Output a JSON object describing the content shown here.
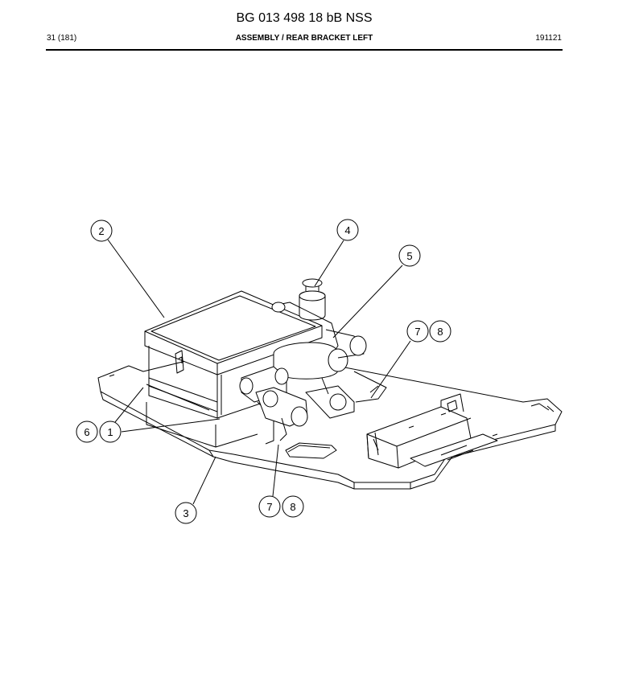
{
  "header": {
    "doc_number": "BG 013 498 18 bB NSS",
    "page": "31 (181)",
    "section_title": "ASSEMBLY / REAR BRACKET LEFT",
    "date_code": "191121"
  },
  "callouts": {
    "c2": "2",
    "c4": "4",
    "c5": "5",
    "c7a": "7",
    "c8a": "8",
    "c6": "6",
    "c1": "1",
    "c3": "3",
    "c7b": "7",
    "c8b": "8"
  }
}
